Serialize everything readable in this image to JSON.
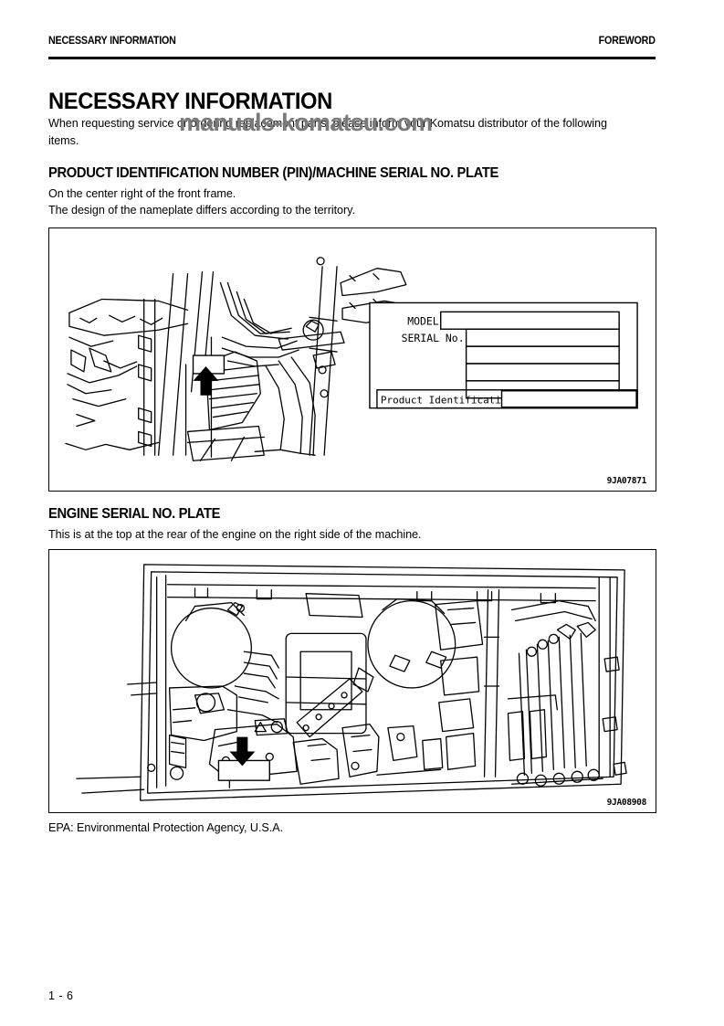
{
  "header": {
    "left": "NECESSARY INFORMATION",
    "right": "FOREWORD"
  },
  "title": "NECESSARY INFORMATION",
  "watermark": "manuals-komatsu.com",
  "intro": {
    "line1": "When requesting service or ordering replacement parts, please inform your Komatsu distributor of the following",
    "line2": "items."
  },
  "section_pin": {
    "heading": "PRODUCT IDENTIFICATION NUMBER (PIN)/MACHINE SERIAL NO. PLATE",
    "line1": "On the center right of the front frame.",
    "line2": "The design of the nameplate differs according to the territory.",
    "figure_code": "9JA07871",
    "nameplate": {
      "model_label": "MODEL",
      "serial_label": "SERIAL No.",
      "pin_label": "Product Identification Number"
    }
  },
  "section_engine": {
    "heading": "ENGINE SERIAL NO. PLATE",
    "line1": "This is at the top at the rear of the engine on the right side of the machine.",
    "figure_code": "9JA08908"
  },
  "epa_note": "EPA: Environmental Protection Agency, U.S.A.",
  "footer": {
    "page_number": "1 - 6"
  },
  "colors": {
    "ink": "#000000",
    "paper": "#ffffff",
    "watermark": "#7a7a7a"
  }
}
